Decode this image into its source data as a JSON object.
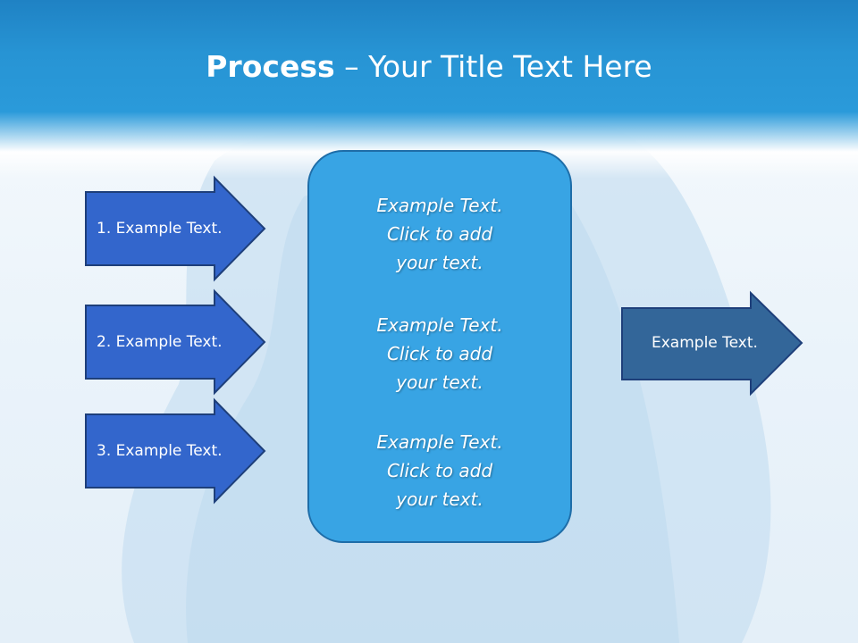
{
  "title": {
    "strong": "Process",
    "rest": " – Your Title Text Here"
  },
  "inputs": [
    {
      "label": "1. Example Text."
    },
    {
      "label": "2. Example Text."
    },
    {
      "label": "3. Example Text."
    }
  ],
  "center": {
    "blocks": [
      {
        "lines": [
          "Example Text.",
          "Click  to add",
          "your text."
        ]
      },
      {
        "lines": [
          "Example Text.",
          "Click  to add",
          "your text."
        ]
      },
      {
        "lines": [
          "Example Text.",
          "Click  to add",
          "your text."
        ]
      }
    ]
  },
  "output": {
    "label": "Example Text."
  },
  "colors": {
    "header": "#2794d4",
    "input_arrow": "#3366cc",
    "output_arrow": "#336699",
    "center_box": "#38a4e4",
    "border": "#1e3f7a"
  }
}
